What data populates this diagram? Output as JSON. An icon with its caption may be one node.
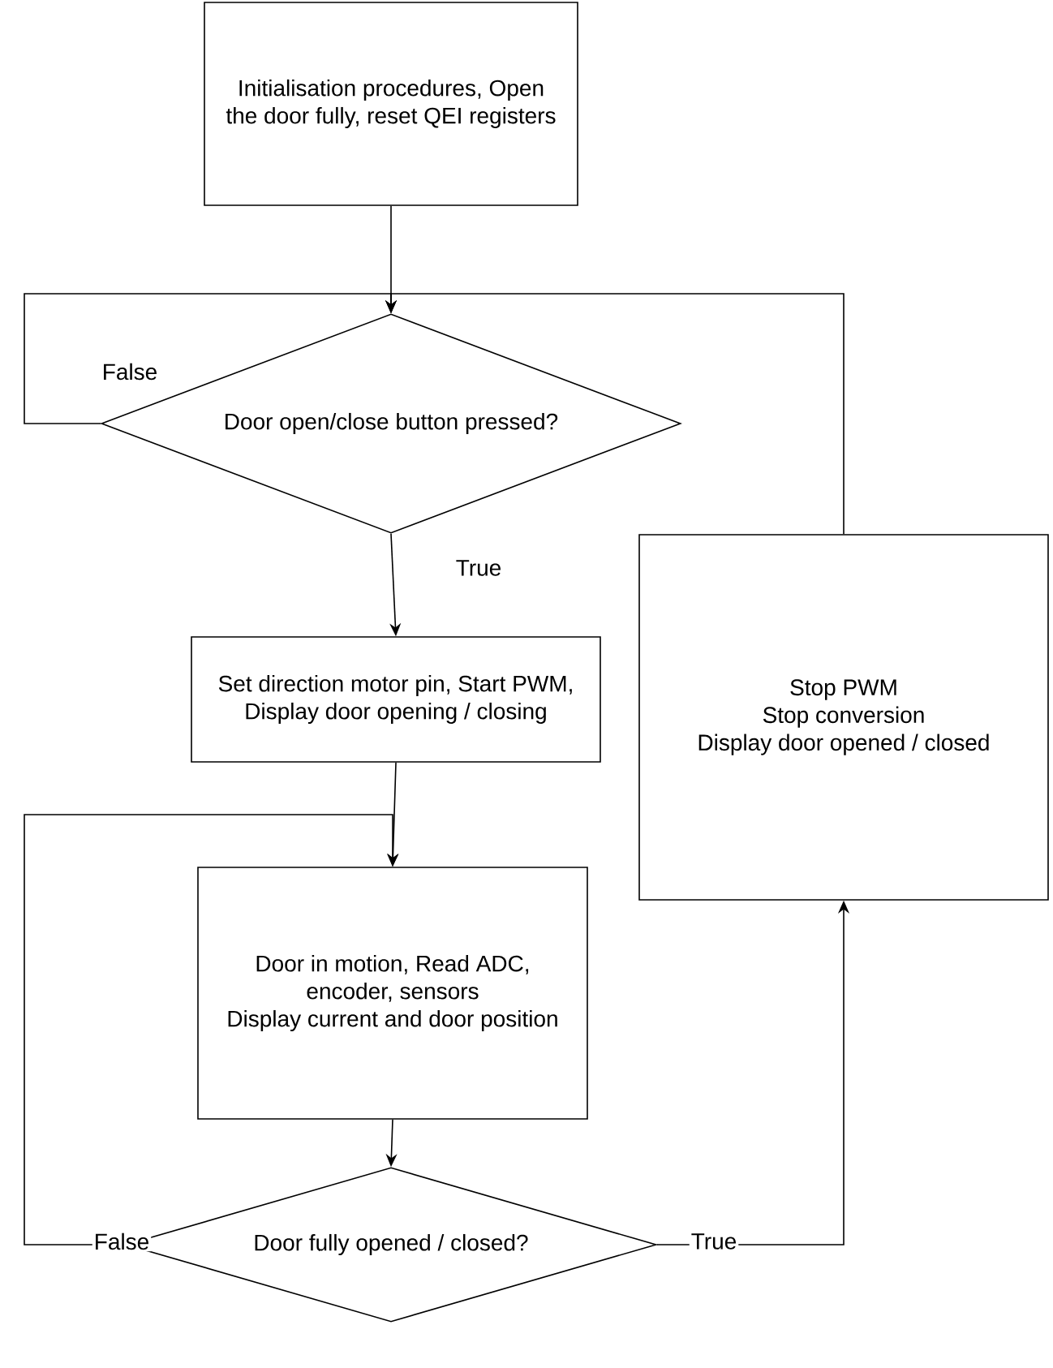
{
  "diagram": {
    "nodes": [
      {
        "text": [
          "Initialisation procedures, Open the door fully, reset QEI registers"
        ]
      },
      {
        "text": [
          "Door open/close button pressed?"
        ]
      },
      {
        "text": [
          "Set direction motor pin, Start PWM, Display door opening / closing"
        ]
      },
      {
        "text": [
          "Stop PWM",
          "Stop conversion",
          "Display door opened / closed"
        ]
      },
      {
        "text": [
          "Door in motion, Read ADC, encoder, sensors",
          "Display current and door position"
        ]
      },
      {
        "text": [
          "Door fully opened / closed?"
        ]
      }
    ],
    "edges": [
      {
        "from": 0,
        "to": 1,
        "arrow": "to"
      },
      {
        "from": 1,
        "to": 1,
        "arrow": "to",
        "label": "False"
      },
      {
        "from": 1,
        "to": 2,
        "arrow": "to",
        "label": "True"
      },
      {
        "from": 2,
        "to": 4,
        "arrow": "to"
      },
      {
        "from": 4,
        "to": 5,
        "arrow": "to"
      },
      {
        "from": 5,
        "to": 4,
        "arrow": "to",
        "label": "False"
      },
      {
        "from": 5,
        "to": 3,
        "arrow": "to",
        "label": "True"
      },
      {
        "from": 3,
        "to": 1,
        "arrow": "to"
      }
    ]
  }
}
